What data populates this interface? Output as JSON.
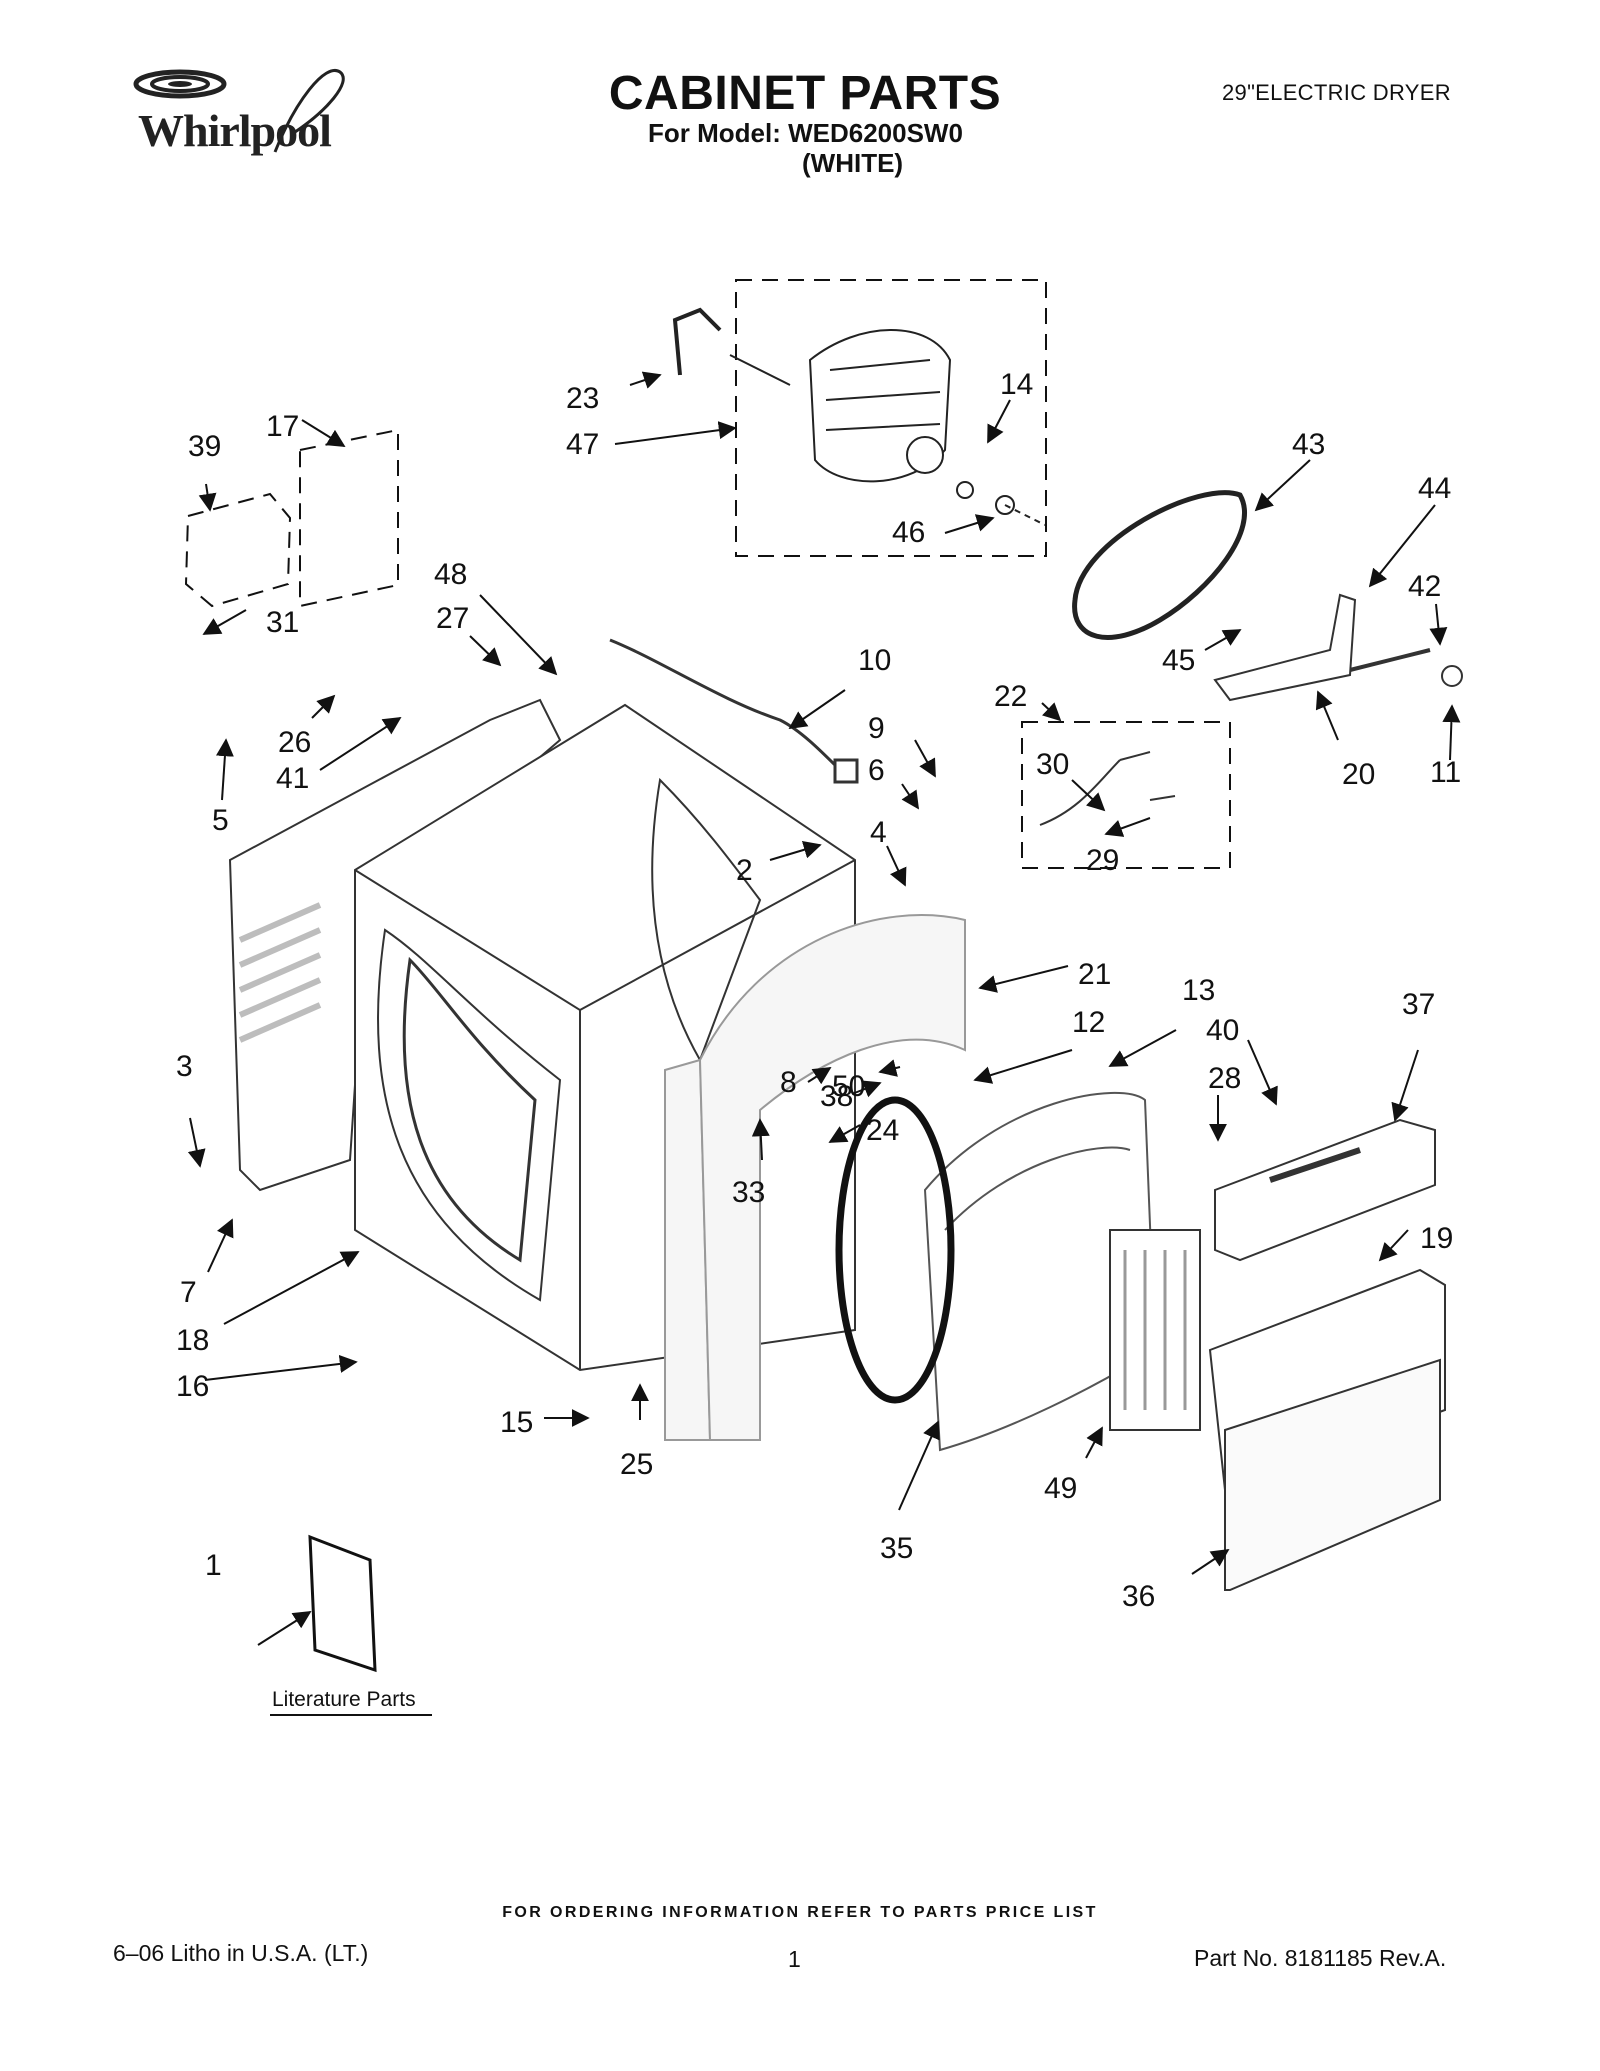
{
  "header": {
    "brand": "Whirlpool",
    "title": "CABINET PARTS",
    "model_line": "For Model: WED6200SW0",
    "model_color": "(WHITE)",
    "product": "29\"ELECTRIC DRYER"
  },
  "diagram": {
    "callouts": [
      "1",
      "2",
      "3",
      "4",
      "5",
      "6",
      "7",
      "8",
      "9",
      "10",
      "11",
      "12",
      "13",
      "14",
      "15",
      "16",
      "17",
      "18",
      "19",
      "20",
      "21",
      "22",
      "23",
      "24",
      "25",
      "26",
      "27",
      "28",
      "29",
      "30",
      "31",
      "33",
      "35",
      "36",
      "37",
      "38",
      "39",
      "40",
      "41",
      "42",
      "43",
      "44",
      "45",
      "46",
      "47",
      "48",
      "49",
      "50"
    ],
    "literature_label": "Literature Parts"
  },
  "footer": {
    "ordering_note": "FOR ORDERING INFORMATION REFER TO PARTS PRICE LIST",
    "litho": "6–06 Litho in U.S.A. (LT.)",
    "page_number": "1",
    "part_number": "Part No. 8181185 Rev.A."
  },
  "colors": {
    "ink": "#111111",
    "outline": "#333333",
    "shade": "#bdbdbd",
    "background": "#ffffff"
  }
}
